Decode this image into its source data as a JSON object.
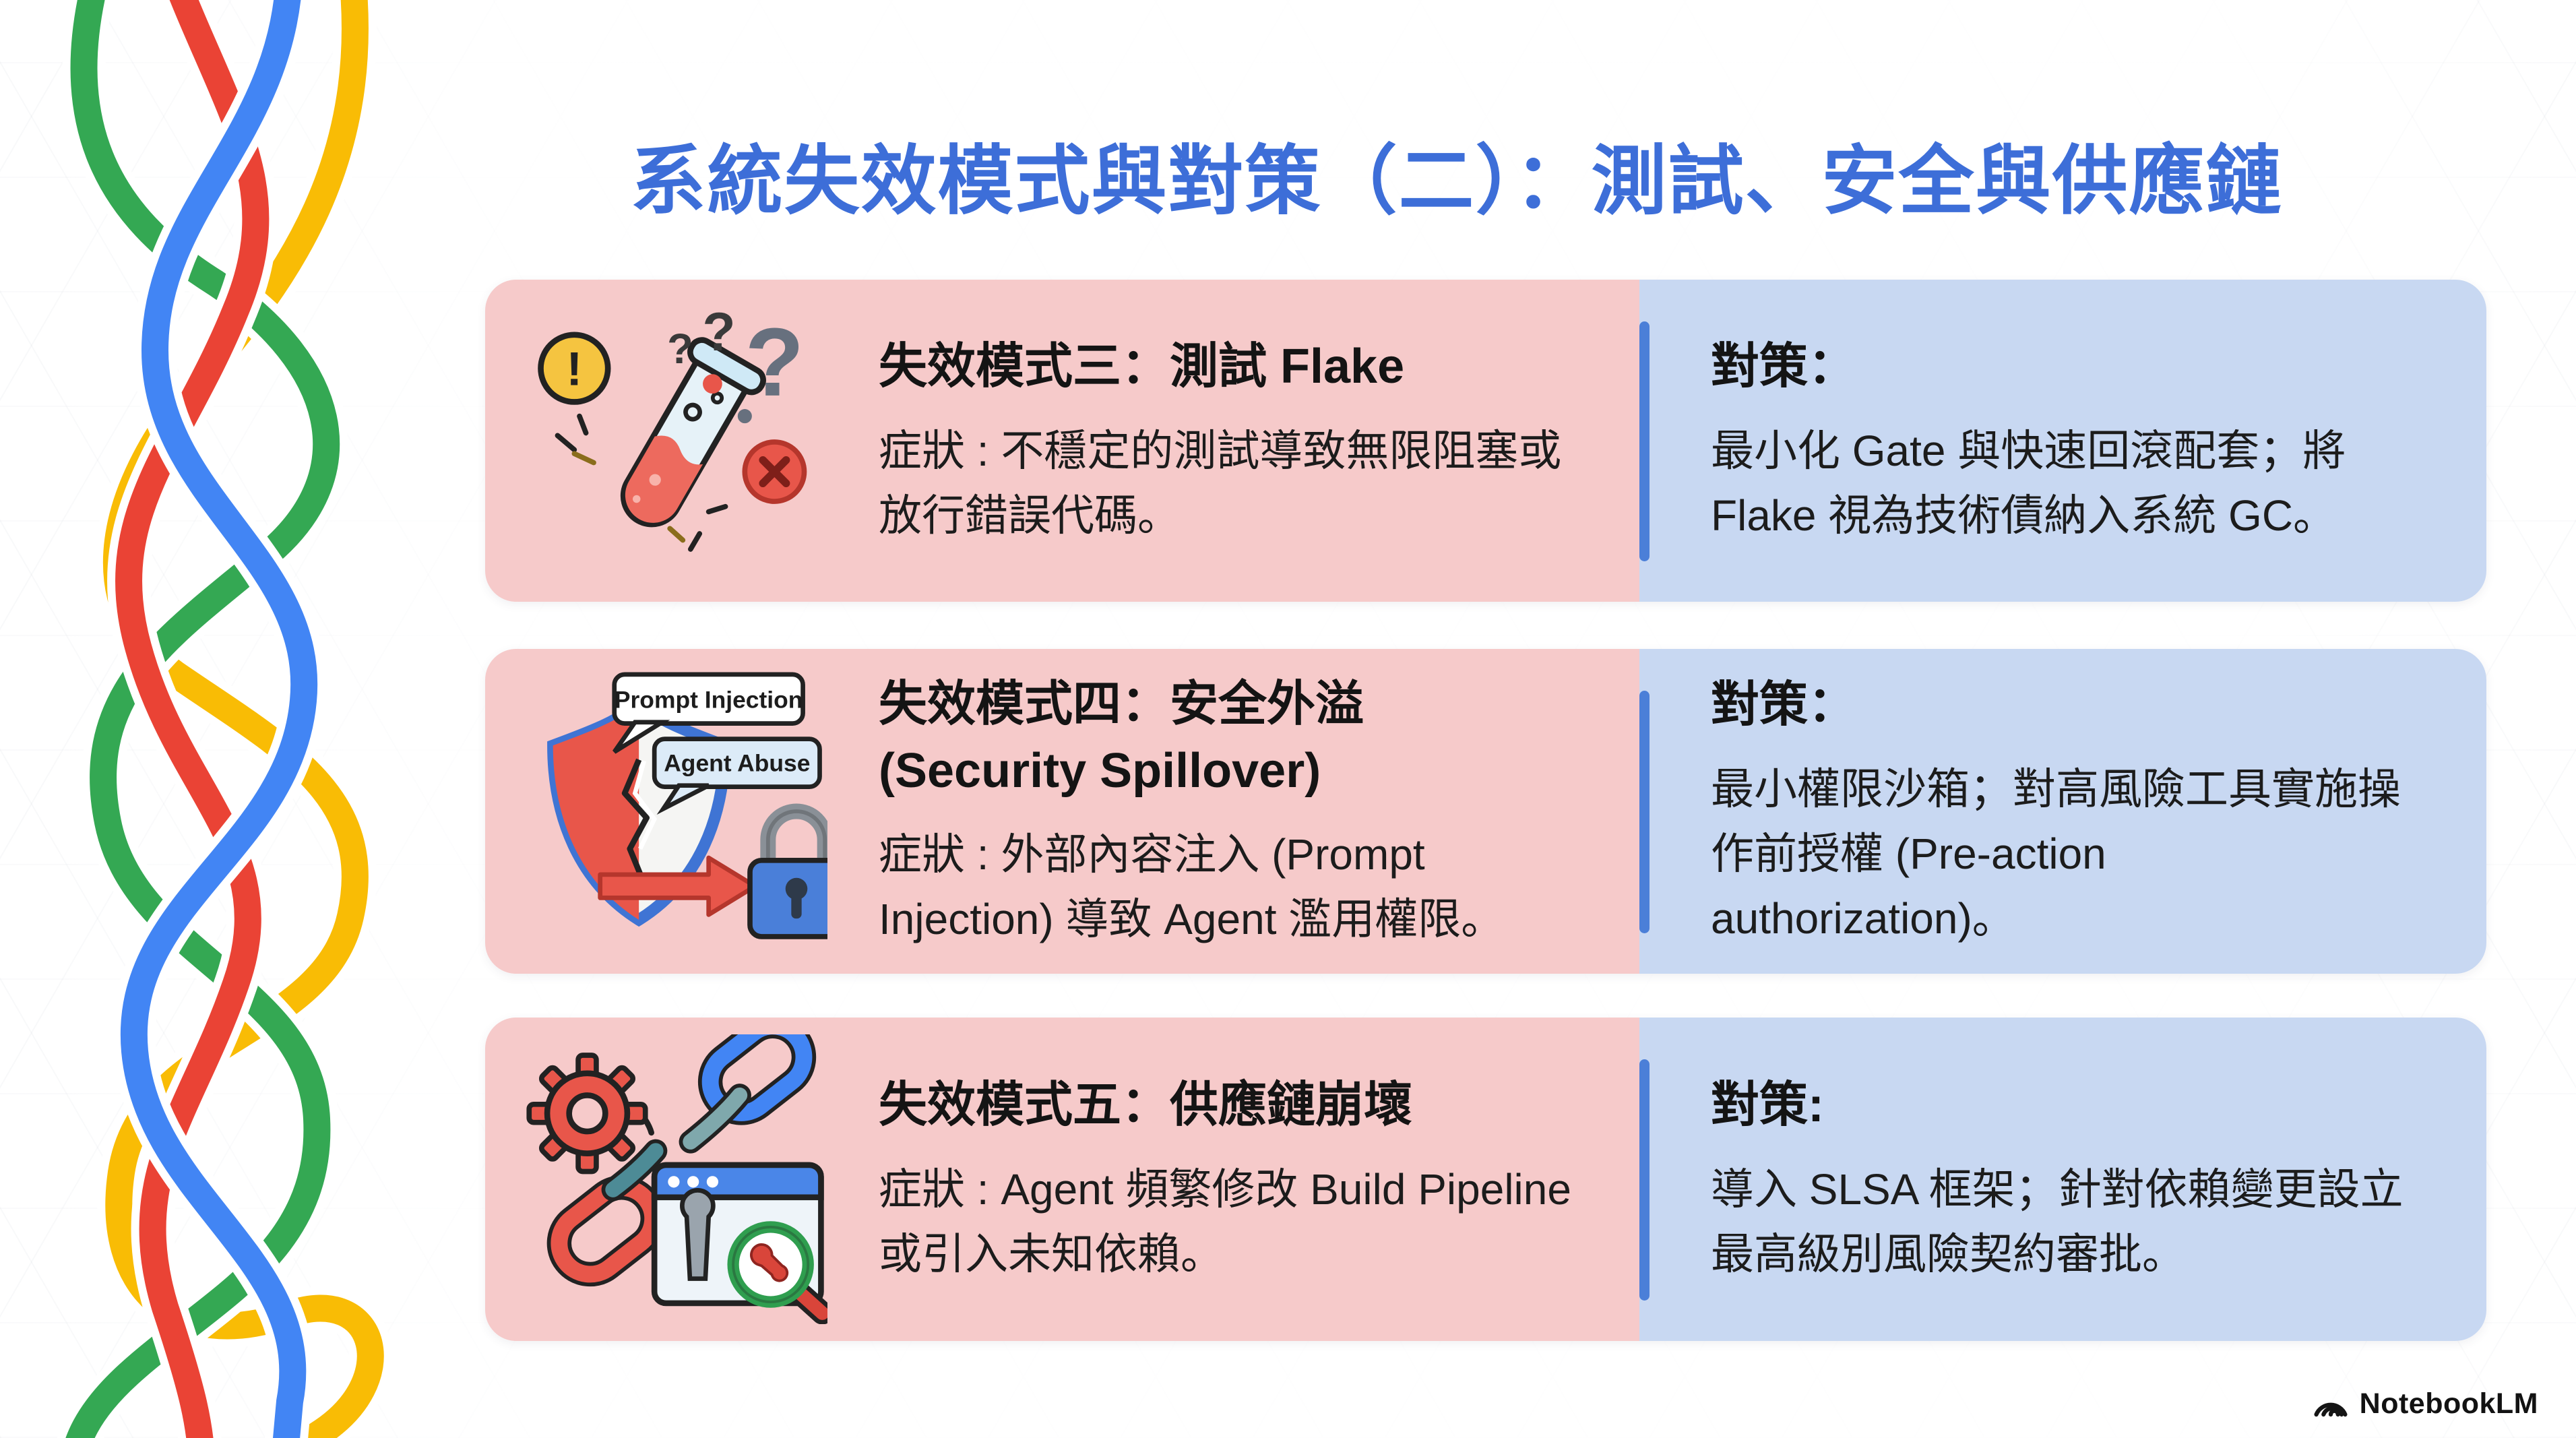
{
  "title": "系統失效模式與對策（二）：測試、安全與供應鏈",
  "colors": {
    "title_blue": "#3D6ED8",
    "card_pink": "#F6CACA",
    "card_blue": "#C8D8F2",
    "accent_bar_blue": "#4B7FD8",
    "google_blue": "#4285F4",
    "google_red": "#EA4335",
    "google_yellow": "#F9BC05",
    "google_green": "#34A853"
  },
  "rows": [
    {
      "icon": "test-tube-flake-icon",
      "heading": "失效模式三：測試 Flake",
      "symptom": "症狀 : 不穩定的測試導致無限阻塞或放行錯誤代碼。",
      "counter_label": "對策：",
      "countermeasure": "最小化 Gate 與快速回滾配套；將 Flake 視為技術債納入系統 GC。"
    },
    {
      "icon": "broken-shield-security-icon",
      "heading": "失效模式四：安全外溢 (Security Spillover)",
      "symptom": "症狀 : 外部內容注入 (Prompt Injection) 導致 Agent 濫用權限。",
      "counter_label": "對策：",
      "countermeasure": "最小權限沙箱；對高風險工具實施操作前授權 (Pre-action authorization)。",
      "bubbles": [
        "Prompt Injection",
        "Agent Abuse"
      ]
    },
    {
      "icon": "broken-chain-supply-icon",
      "heading": "失效模式五：供應鏈崩壞",
      "symptom": "症狀 : Agent 頻繁修改 Build Pipeline 或引入未知依賴。",
      "counter_label": "對策:",
      "countermeasure": "導入 SLSA 框架；針對依賴變更設立最高級別風險契約審批。"
    }
  ],
  "footer": {
    "brand": "NotebookLM"
  }
}
